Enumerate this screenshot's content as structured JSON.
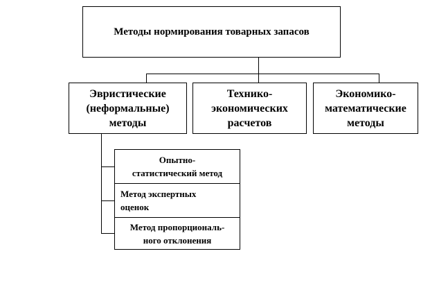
{
  "diagram": {
    "root": {
      "label": "Методы нормирования товарных запасов"
    },
    "categories": [
      {
        "lines": [
          "Эвристические",
          "(неформальные)",
          "методы"
        ]
      },
      {
        "lines": [
          "Технико-",
          "экономических",
          "расчетов"
        ]
      },
      {
        "lines": [
          "Экономико-",
          "математические",
          "методы"
        ]
      }
    ],
    "heuristic_methods": [
      {
        "lines": [
          "Опытно-",
          "статистический метод"
        ]
      },
      {
        "lines": [
          "Метод экспертных",
          "оценок"
        ]
      },
      {
        "lines": [
          "Метод пропорциональ-",
          "ного отклонения"
        ]
      }
    ]
  },
  "colors": {
    "background": "#ffffff",
    "border": "#000000",
    "text": "#000000"
  }
}
